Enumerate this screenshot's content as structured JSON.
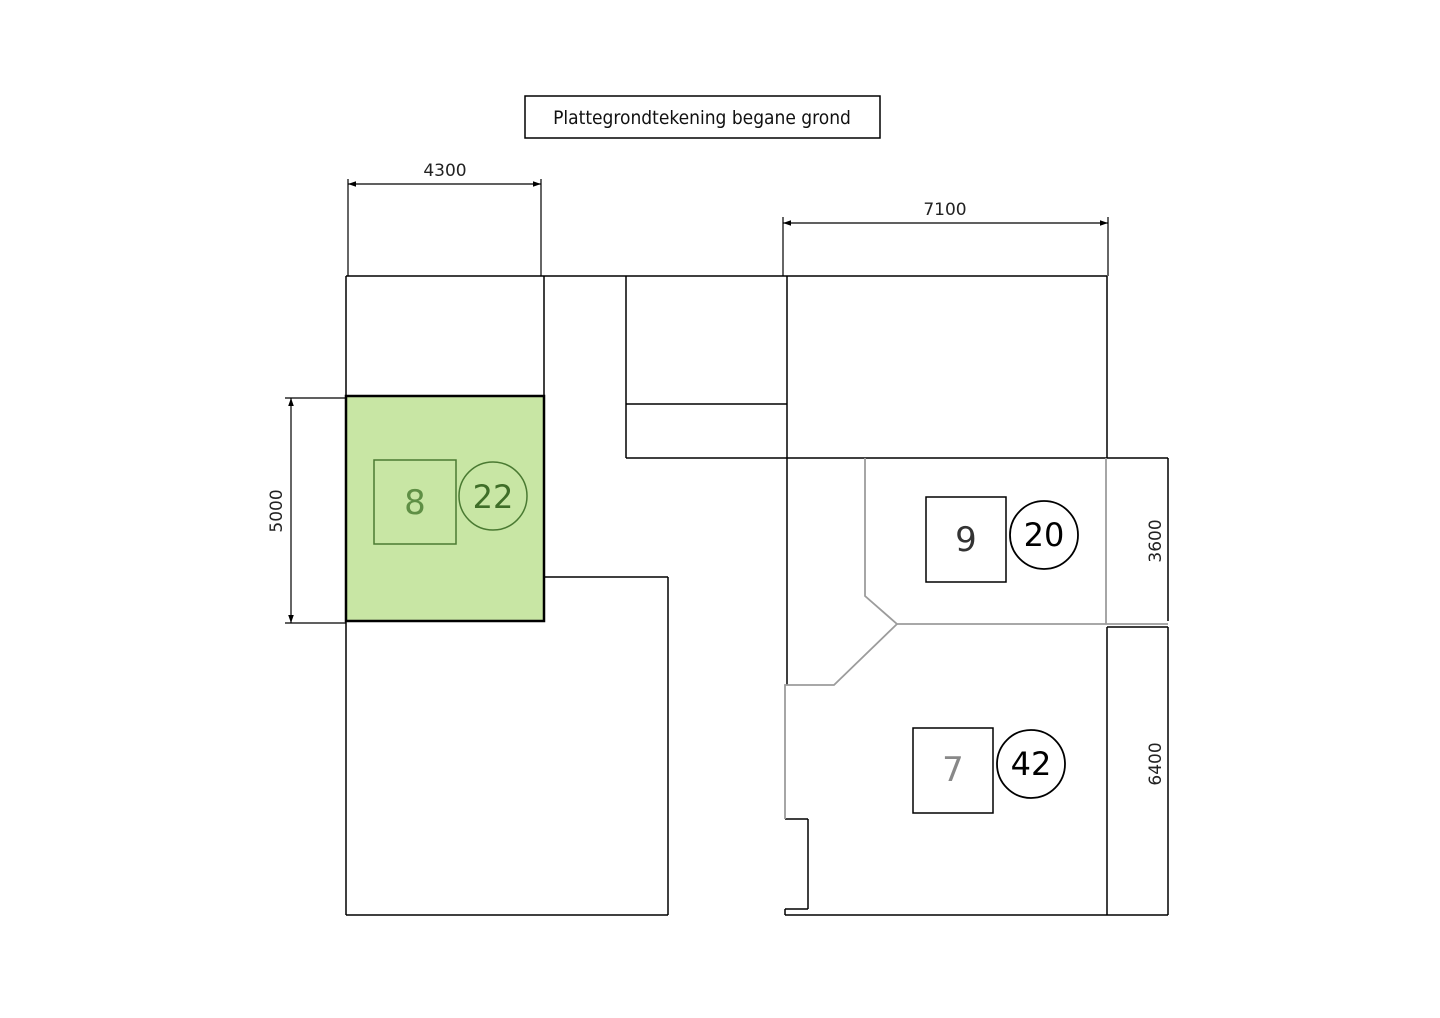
{
  "title": "Plattegrondtekening begane grond",
  "dimensions": {
    "top_left": "4300",
    "top_right": "7100",
    "left": "5000",
    "right_upper": "3600",
    "right_lower": "6400"
  },
  "rooms": [
    {
      "id": "8",
      "value": "22",
      "highlighted": true
    },
    {
      "id": "9",
      "value": "20",
      "highlighted": false
    },
    {
      "id": "7",
      "value": "42",
      "highlighted": false
    }
  ],
  "colors": {
    "highlight_fill": "#c8e6a4",
    "highlight_text": "#4a7a32",
    "line": "#000000",
    "gray_line": "#a0a0a0"
  }
}
